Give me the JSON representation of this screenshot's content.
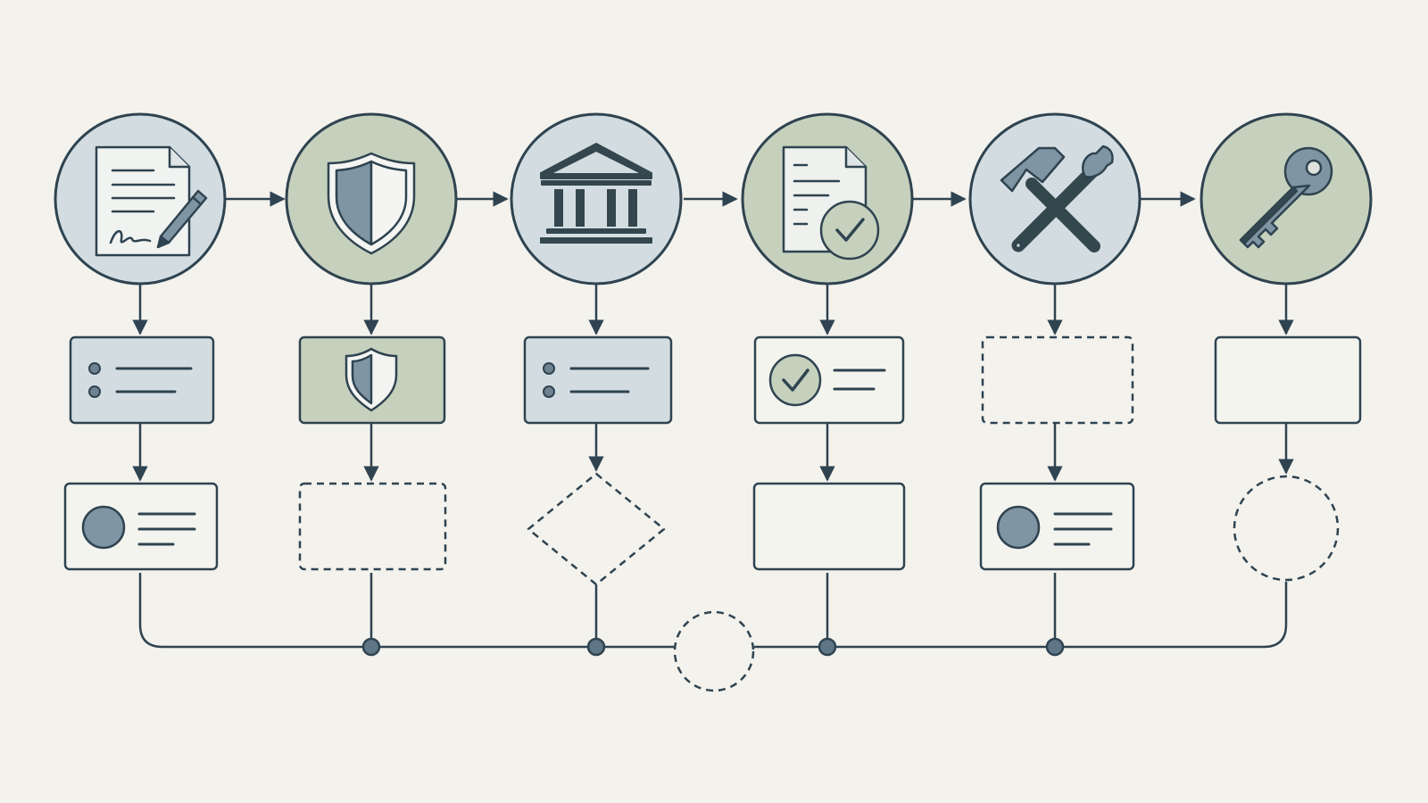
{
  "diagram": {
    "steps": [
      {
        "icon": "signed-document-icon",
        "circle_fill": "blue-grey",
        "card": "bullet-list",
        "second": "avatar-card"
      },
      {
        "icon": "shield-icon",
        "circle_fill": "sage",
        "card": "shield-card",
        "second": "dashed-placeholder-box",
        "joins_bus_with_dot": true
      },
      {
        "icon": "institution-building-icon",
        "circle_fill": "blue-grey",
        "card": "bullet-list",
        "second": "dashed-decision-diamond",
        "joins_bus_with_dot": true
      },
      {
        "icon": "approved-document-icon",
        "circle_fill": "sage",
        "card": "check-list",
        "second": "empty-box",
        "joins_bus_with_dot": true
      },
      {
        "icon": "hammer-wrench-icon",
        "circle_fill": "blue-grey",
        "card": "dashed-placeholder-box",
        "second": "avatar-card",
        "joins_bus_with_dot": true
      },
      {
        "icon": "key-icon",
        "circle_fill": "sage",
        "card": "empty-box",
        "second": "dashed-placeholder-circle"
      }
    ],
    "bus_placeholder": "dashed-placeholder-circle"
  },
  "colors": {
    "background": "#f3f2ed",
    "stroke": "#2f4350",
    "blue_grey_fill": "#d3dde1",
    "sage_fill": "#c5d1bd",
    "icon_fill": "#7f95a3",
    "dark_icon": "#34474f"
  }
}
